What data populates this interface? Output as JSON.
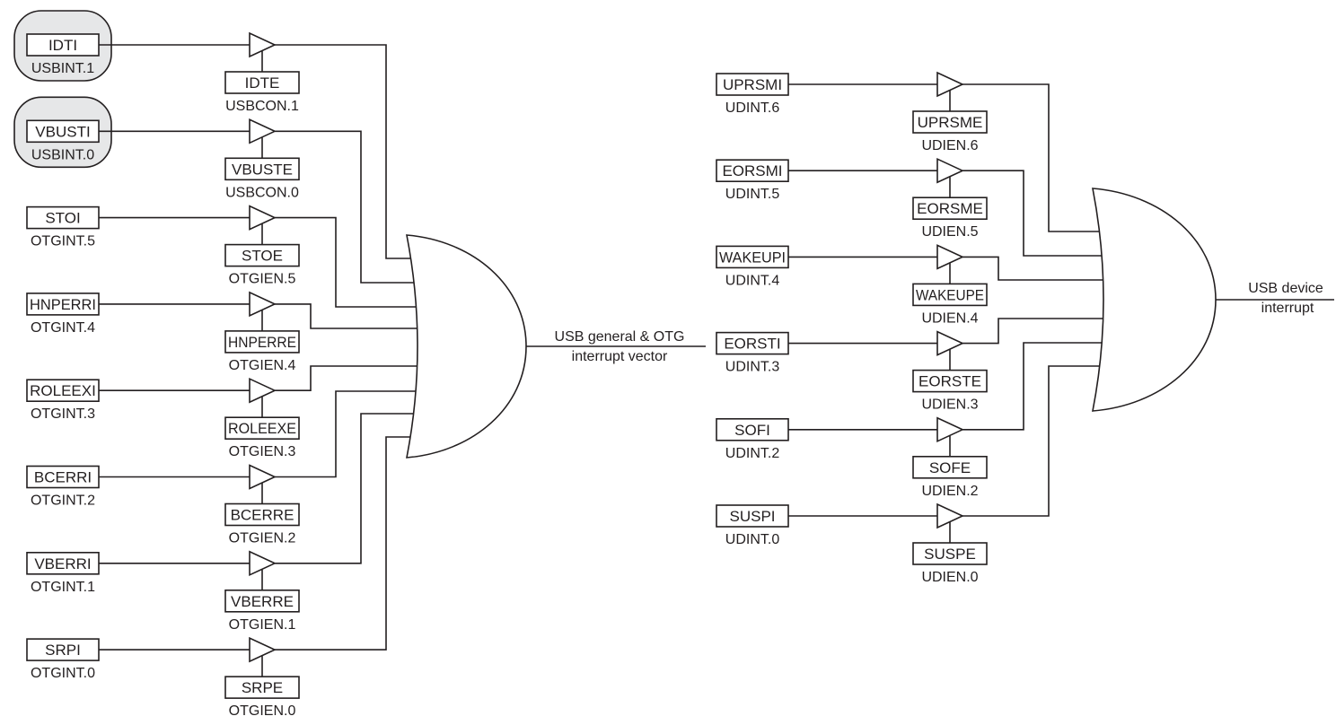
{
  "colors": {
    "ink": "#231f20",
    "highlight_fill": "#e6e7e8",
    "background": "#ffffff"
  },
  "otg": {
    "output_label": [
      "USB general & OTG",
      "interrupt vector"
    ],
    "rows": [
      {
        "flag": "IDTI",
        "flag_reg": "USBINT.1",
        "enable": "IDTE",
        "enable_reg": "USBCON.1",
        "highlight": true
      },
      {
        "flag": "VBUSTI",
        "flag_reg": "USBINT.0",
        "enable": "VBUSTE",
        "enable_reg": "USBCON.0",
        "highlight": true
      },
      {
        "flag": "STOI",
        "flag_reg": "OTGINT.5",
        "enable": "STOE",
        "enable_reg": "OTGIEN.5",
        "highlight": false
      },
      {
        "flag": "HNPERRI",
        "flag_reg": "OTGINT.4",
        "enable": "HNPERRE",
        "enable_reg": "OTGIEN.4",
        "highlight": false
      },
      {
        "flag": "ROLEEXI",
        "flag_reg": "OTGINT.3",
        "enable": "ROLEEXE",
        "enable_reg": "OTGIEN.3",
        "highlight": false
      },
      {
        "flag": "BCERRI",
        "flag_reg": "OTGINT.2",
        "enable": "BCERRE",
        "enable_reg": "OTGIEN.2",
        "highlight": false
      },
      {
        "flag": "VBERRI",
        "flag_reg": "OTGINT.1",
        "enable": "VBERRE",
        "enable_reg": "OTGIEN.1",
        "highlight": false
      },
      {
        "flag": "SRPI",
        "flag_reg": "OTGINT.0",
        "enable": "SRPE",
        "enable_reg": "OTGIEN.0",
        "highlight": false
      }
    ]
  },
  "device": {
    "output_label": [
      "USB device",
      "interrupt"
    ],
    "rows": [
      {
        "flag": "UPRSMI",
        "flag_reg": "UDINT.6",
        "enable": "UPRSME",
        "enable_reg": "UDIEN.6"
      },
      {
        "flag": "EORSMI",
        "flag_reg": "UDINT.5",
        "enable": "EORSME",
        "enable_reg": "UDIEN.5"
      },
      {
        "flag": "WAKEUPI",
        "flag_reg": "UDINT.4",
        "enable": "WAKEUPE",
        "enable_reg": "UDIEN.4"
      },
      {
        "flag": "EORSTI",
        "flag_reg": "UDINT.3",
        "enable": "EORSTE",
        "enable_reg": "UDIEN.3"
      },
      {
        "flag": "SOFI",
        "flag_reg": "UDINT.2",
        "enable": "SOFE",
        "enable_reg": "UDIEN.2"
      },
      {
        "flag": "SUSPI",
        "flag_reg": "UDINT.0",
        "enable": "SUSPE",
        "enable_reg": "UDIEN.0"
      }
    ]
  }
}
